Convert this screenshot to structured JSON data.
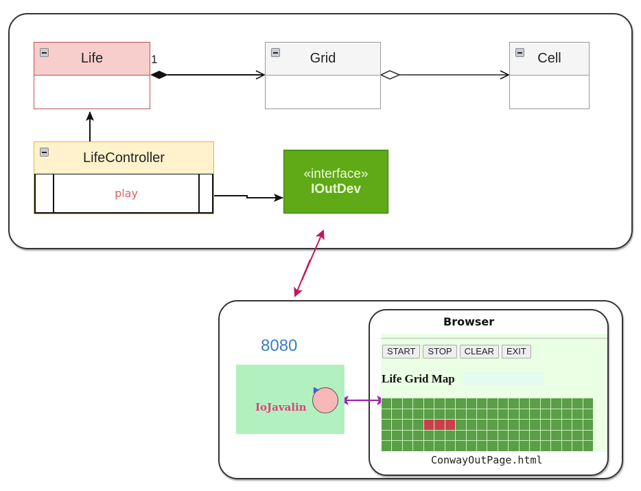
{
  "diagram": {
    "classes": {
      "life": {
        "name": "Life",
        "multiplicity": "1",
        "fill": "#f8cecc",
        "border": "#b85450"
      },
      "grid": {
        "name": "Grid",
        "fill": "#f5f5f5",
        "border": "#999999"
      },
      "cell": {
        "name": "Cell",
        "fill": "#f5f5f5",
        "border": "#999999"
      },
      "life_controller": {
        "name": "LifeController",
        "operation": "play",
        "fill": "#fff2cc",
        "border": "#d6b656"
      },
      "ioutdev": {
        "stereotype": "«interface»",
        "name": "IOutDev",
        "fill": "#60a917",
        "text_color": "#e8ffd8"
      }
    },
    "relations": [
      {
        "from": "Life",
        "to": "Grid",
        "type": "composition",
        "multiplicity": "1"
      },
      {
        "from": "Grid",
        "to": "Cell",
        "type": "aggregation"
      },
      {
        "from": "LifeController",
        "to": "Life",
        "type": "association"
      },
      {
        "from": "LifeController",
        "to": "IOutDev",
        "type": "dependency"
      },
      {
        "from": "IOutDev",
        "to": "IoJavalin",
        "type": "bidirectional",
        "color": "#c2185b"
      },
      {
        "from": "IoJavalin",
        "to": "Browser",
        "type": "bidirectional",
        "color": "#9c27b0"
      }
    ],
    "server": {
      "port": "8080",
      "name": "IoJavalin",
      "port_color": "#3a7fc1",
      "name_color": "#e0407a",
      "fill": "#b3f0bf"
    },
    "browser": {
      "title": "Browser",
      "buttons": [
        "START",
        "STOP",
        "CLEAR",
        "EXIT"
      ],
      "map_title": "Life Grid Map",
      "page_name": "ConwayOutPage.html",
      "grid": {
        "rows": 5,
        "cols": 20,
        "live_cells": [
          [
            2,
            4
          ],
          [
            2,
            5
          ],
          [
            2,
            6
          ]
        ],
        "dead_color": "#5a9e48",
        "live_color": "#c9404a",
        "line_color": "#c8f0b8"
      }
    }
  }
}
